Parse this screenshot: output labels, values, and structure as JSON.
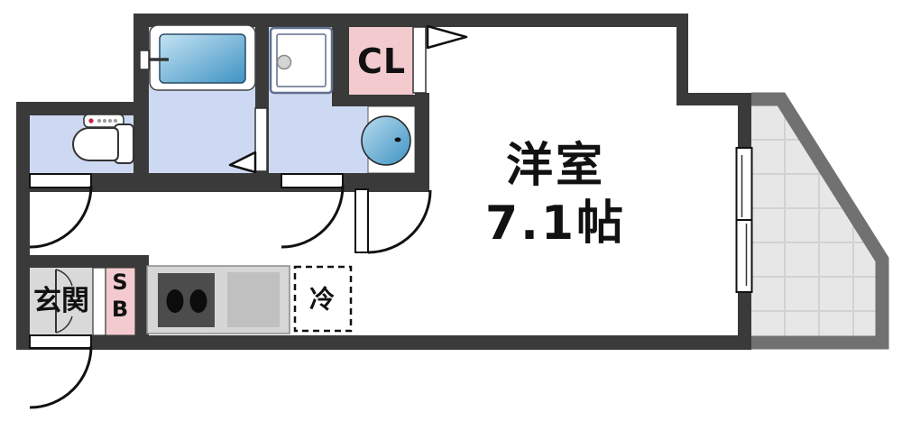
{
  "floor_plan": {
    "labels": {
      "main_room_name": "洋室",
      "main_room_size": "7.1帖",
      "closet": "CL",
      "entrance": "玄関",
      "shoe_box_s": "S",
      "shoe_box_b": "B",
      "refrigerator": "冷"
    },
    "colors": {
      "wall": "#3a3a3a",
      "balcony_wall": "#717171",
      "floor_blue": "#cdd9f2",
      "room_pink": "#f3cbce",
      "genkan_gray": "#d9d9d9",
      "balcony_floor": "#e7e7e7",
      "tile_line": "#d2d2d2",
      "counter_gray": "#d6d6d6",
      "stove_dark": "#4c4c4c",
      "sink_gray": "#c0c0c0",
      "tub_blue_light": "#bfe1f1",
      "tub_blue_dark": "#4c9dcb"
    }
  }
}
